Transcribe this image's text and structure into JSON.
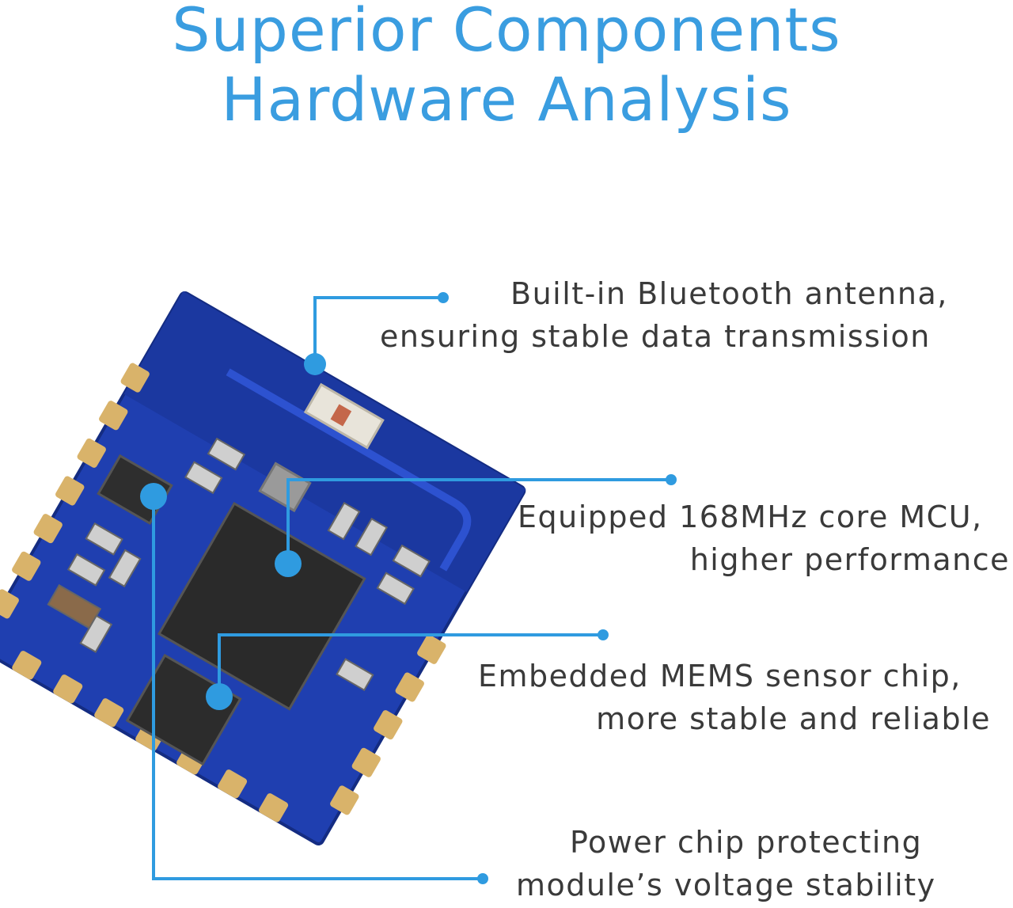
{
  "title": {
    "line1": "Superior Components",
    "line2": "Hardware Analysis"
  },
  "callouts": [
    {
      "line1": "Built-in Bluetooth antenna,",
      "line2": "ensuring stable data transmission"
    },
    {
      "line1": "Equipped 168MHz core MCU,",
      "line2": "higher performance"
    },
    {
      "line1": "Embedded MEMS sensor chip,",
      "line2": "more stable and reliable"
    },
    {
      "line1": "Power chip protecting",
      "line2": "module’s voltage stability"
    }
  ],
  "colors": {
    "accent": "#2f9be0",
    "title": "#3a9de0",
    "text": "#3a3a3a",
    "pcb": "#1f3fb0",
    "pcb_dark": "#142c82",
    "chip": "#2a2a2a",
    "gold": "#d9b36a"
  }
}
